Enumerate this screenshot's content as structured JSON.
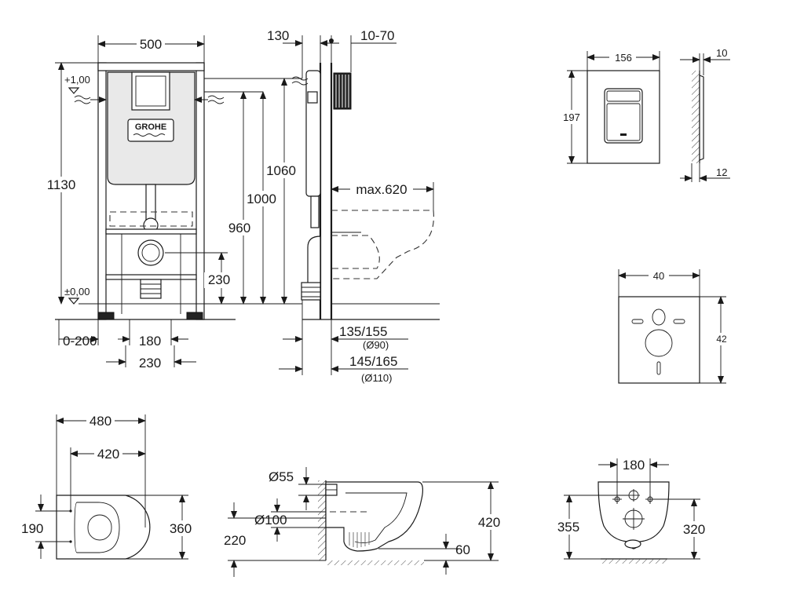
{
  "frame_front": {
    "width": "500",
    "height_total": "1130",
    "h_1060": "1060",
    "h_1000": "1000",
    "h_960": "960",
    "h_230": "230",
    "offset": "0-200",
    "w_180": "180",
    "w_230": "230",
    "level_top": "+1,00",
    "level_zero": "±0,00",
    "logo": "GROHE"
  },
  "frame_side": {
    "d_130": "130",
    "d_10_70": "10-70",
    "max_620": "max.620",
    "d_135_155": "135/155",
    "d_90": "(Ø90)",
    "d_145_165": "145/165",
    "d_110": "(Ø110)"
  },
  "flush_plate": {
    "width": "156",
    "height": "197",
    "thick_top": "10",
    "thick_bottom": "12"
  },
  "sound_pad": {
    "width": "40",
    "height": "42"
  },
  "bowl_top": {
    "w_480": "480",
    "w_420": "420",
    "d_190": "190",
    "d_360": "360"
  },
  "bowl_side": {
    "d_55": "Ø55",
    "d_100": "Ø100",
    "h_220": "220",
    "h_420": "420",
    "h_60": "60"
  },
  "bowl_back": {
    "w_180": "180",
    "h_355": "355",
    "h_320": "320"
  },
  "colors": {
    "line": "#1a1a1a",
    "panel_fill": "#e9e9e9",
    "background": "#ffffff"
  }
}
